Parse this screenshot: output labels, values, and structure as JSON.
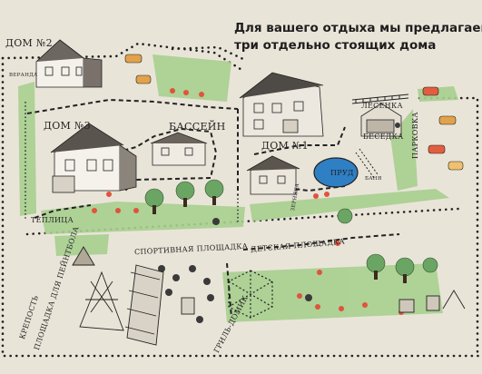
{
  "headline": {
    "line1": "Для вашего отдыха мы предлагаем:",
    "line2": "три отдельно стоящих дома"
  },
  "labels": {
    "house2": "ДОМ №2",
    "veranda": "ВЕРАНДА",
    "house3": "ДОМ №3",
    "pool": "БАССЕЙН",
    "house1": "ДОМ №1",
    "ladder": "ЛЕСЕНКА",
    "gazebo": "БЕСЕДКА",
    "parking": "ПАРКОВКА",
    "pond": "ПРУД",
    "bath": "БАНЯ",
    "garden_bed": "ЗЕРНЯКА",
    "greenhouse": "ТЕПЛИЦА",
    "sports": "СПОРТИВНАЯ ПЛОЩАДКА",
    "kids": "ДЕТСКАЯ ПЛОЩАДКА",
    "fortress": "КРЕПОСТЬ",
    "paintball": "ПЛОЩАДКА ДЛЯ ПЕЙНТБОЛА",
    "grill": "ГРИЛЬ-ДОМИК"
  },
  "colors": {
    "background": "#e9e4d8",
    "grass": "#a8cf8f",
    "tree": "#6aa564",
    "flowers": "#e0533c",
    "water": "#2f7fc4",
    "ink": "#222222",
    "car": "#e2a14b"
  }
}
